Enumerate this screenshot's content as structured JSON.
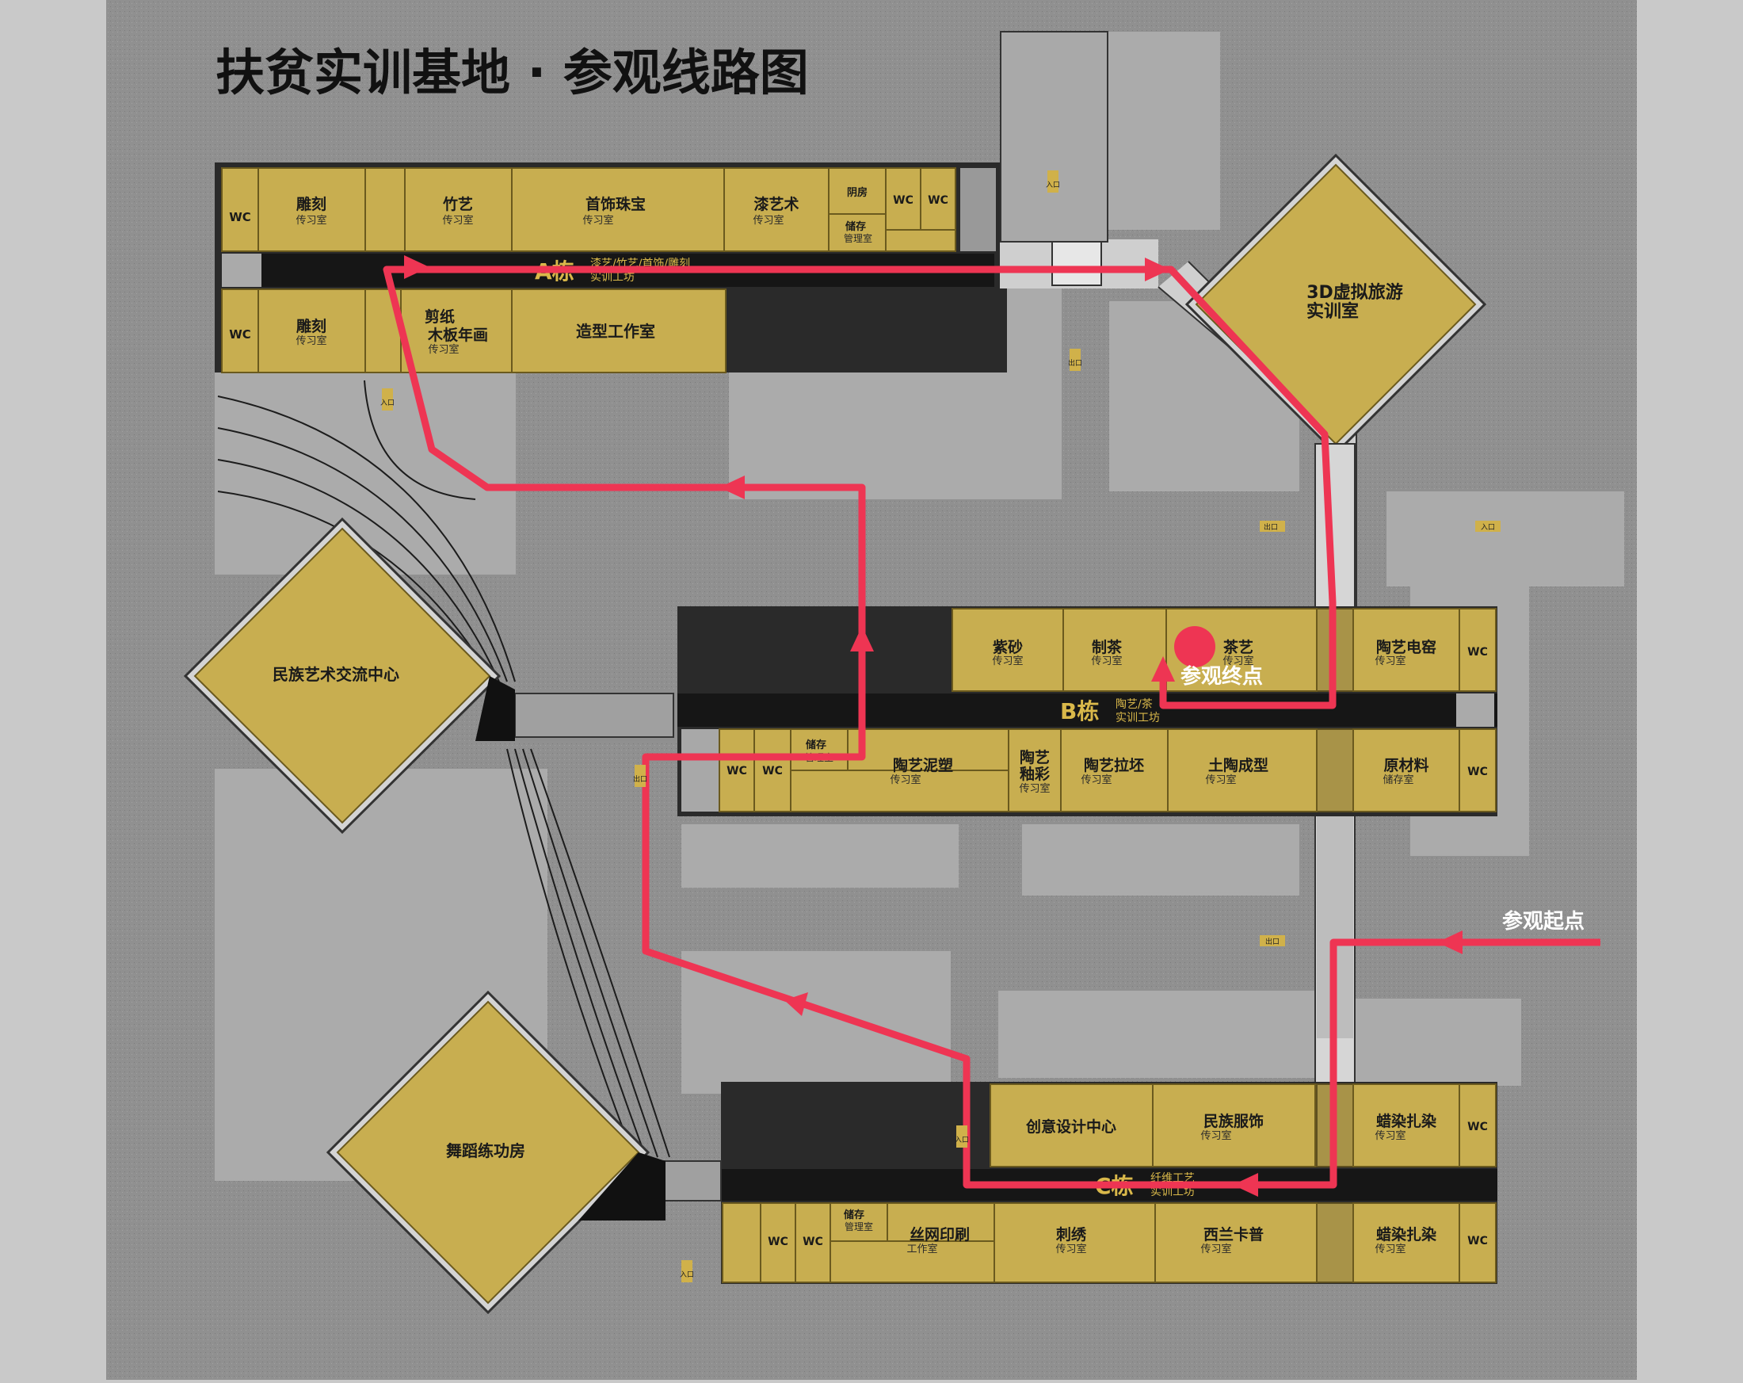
{
  "title": "扶贫实训基地 · 参观线路图",
  "colors": {
    "room": "#c8ae50",
    "route": "#ee3553",
    "corridor": "#161616",
    "ground": "#8f8f8f",
    "sidebar": "#c9c9c9",
    "label_gold": "#d9b84a"
  },
  "buildings": {
    "a": {
      "name": "A栋",
      "sub": "漆艺/竹艺/首饰/雕刻",
      "sub2": "实训工坊",
      "rooms": [
        {
          "name": "WC",
          "sub": ""
        },
        {
          "name": "雕刻",
          "sub": "传习室"
        },
        {
          "name": "竹艺",
          "sub": "传习室"
        },
        {
          "name": "首饰珠宝",
          "sub": "传习室"
        },
        {
          "name": "漆艺术",
          "sub": "传习室"
        },
        {
          "name": "阴房",
          "sub": ""
        },
        {
          "name": "储存",
          "sub": "管理室"
        },
        {
          "name": "WC",
          "sub": ""
        },
        {
          "name": "WC",
          "sub": ""
        },
        {
          "name": "WC",
          "sub": ""
        },
        {
          "name": "雕刻",
          "sub": "传习室"
        },
        {
          "name": "剪纸",
          "sub": "木板年画"
        },
        {
          "name": "传习室",
          "sub": ""
        },
        {
          "name": "造型工作室",
          "sub": ""
        }
      ]
    },
    "b": {
      "name": "B栋",
      "sub": "陶艺/茶",
      "sub2": "实训工坊",
      "rooms": [
        {
          "name": "紫砂",
          "sub": "传习室"
        },
        {
          "name": "制茶",
          "sub": "传习室"
        },
        {
          "name": "茶艺",
          "sub": "传习室"
        },
        {
          "name": "陶艺电窑",
          "sub": "传习室"
        },
        {
          "name": "WC",
          "sub": ""
        },
        {
          "name": "储存",
          "sub": "管理室"
        },
        {
          "name": "WC",
          "sub": ""
        },
        {
          "name": "WC",
          "sub": ""
        },
        {
          "name": "陶艺泥塑",
          "sub": "传习室"
        },
        {
          "name": "陶艺",
          "sub": "釉彩"
        },
        {
          "name": "传习室",
          "sub": ""
        },
        {
          "name": "陶艺拉坯",
          "sub": "传习室"
        },
        {
          "name": "土陶成型",
          "sub": "传习室"
        },
        {
          "name": "原材料",
          "sub": "储存室"
        },
        {
          "name": "WC",
          "sub": ""
        }
      ]
    },
    "c": {
      "name": "C栋",
      "sub": "纤维工艺",
      "sub2": "实训工坊",
      "rooms": [
        {
          "name": "创意设计中心",
          "sub": ""
        },
        {
          "name": "民族服饰",
          "sub": "传习室"
        },
        {
          "name": "蜡染扎染",
          "sub": "传习室"
        },
        {
          "name": "WC",
          "sub": ""
        },
        {
          "name": "储存",
          "sub": "管理室"
        },
        {
          "name": "WC",
          "sub": ""
        },
        {
          "name": "WC",
          "sub": ""
        },
        {
          "name": "丝网印刷",
          "sub": "工作室"
        },
        {
          "name": "刺绣",
          "sub": "传习室"
        },
        {
          "name": "西兰卡普",
          "sub": "传习室"
        },
        {
          "name": "蜡染扎染",
          "sub": "传习室"
        },
        {
          "name": "WC",
          "sub": ""
        }
      ]
    }
  },
  "pavilions": {
    "vr": {
      "line1": "3D虚拟旅游",
      "line2": "实训室"
    },
    "ethnic": {
      "name": "民族艺术交流中心"
    },
    "dance": {
      "name": "舞蹈练功房"
    }
  },
  "markers": {
    "start": "参观起点",
    "end": "参观终点"
  },
  "signs": {
    "entrance": "入口",
    "exit": "出口"
  }
}
